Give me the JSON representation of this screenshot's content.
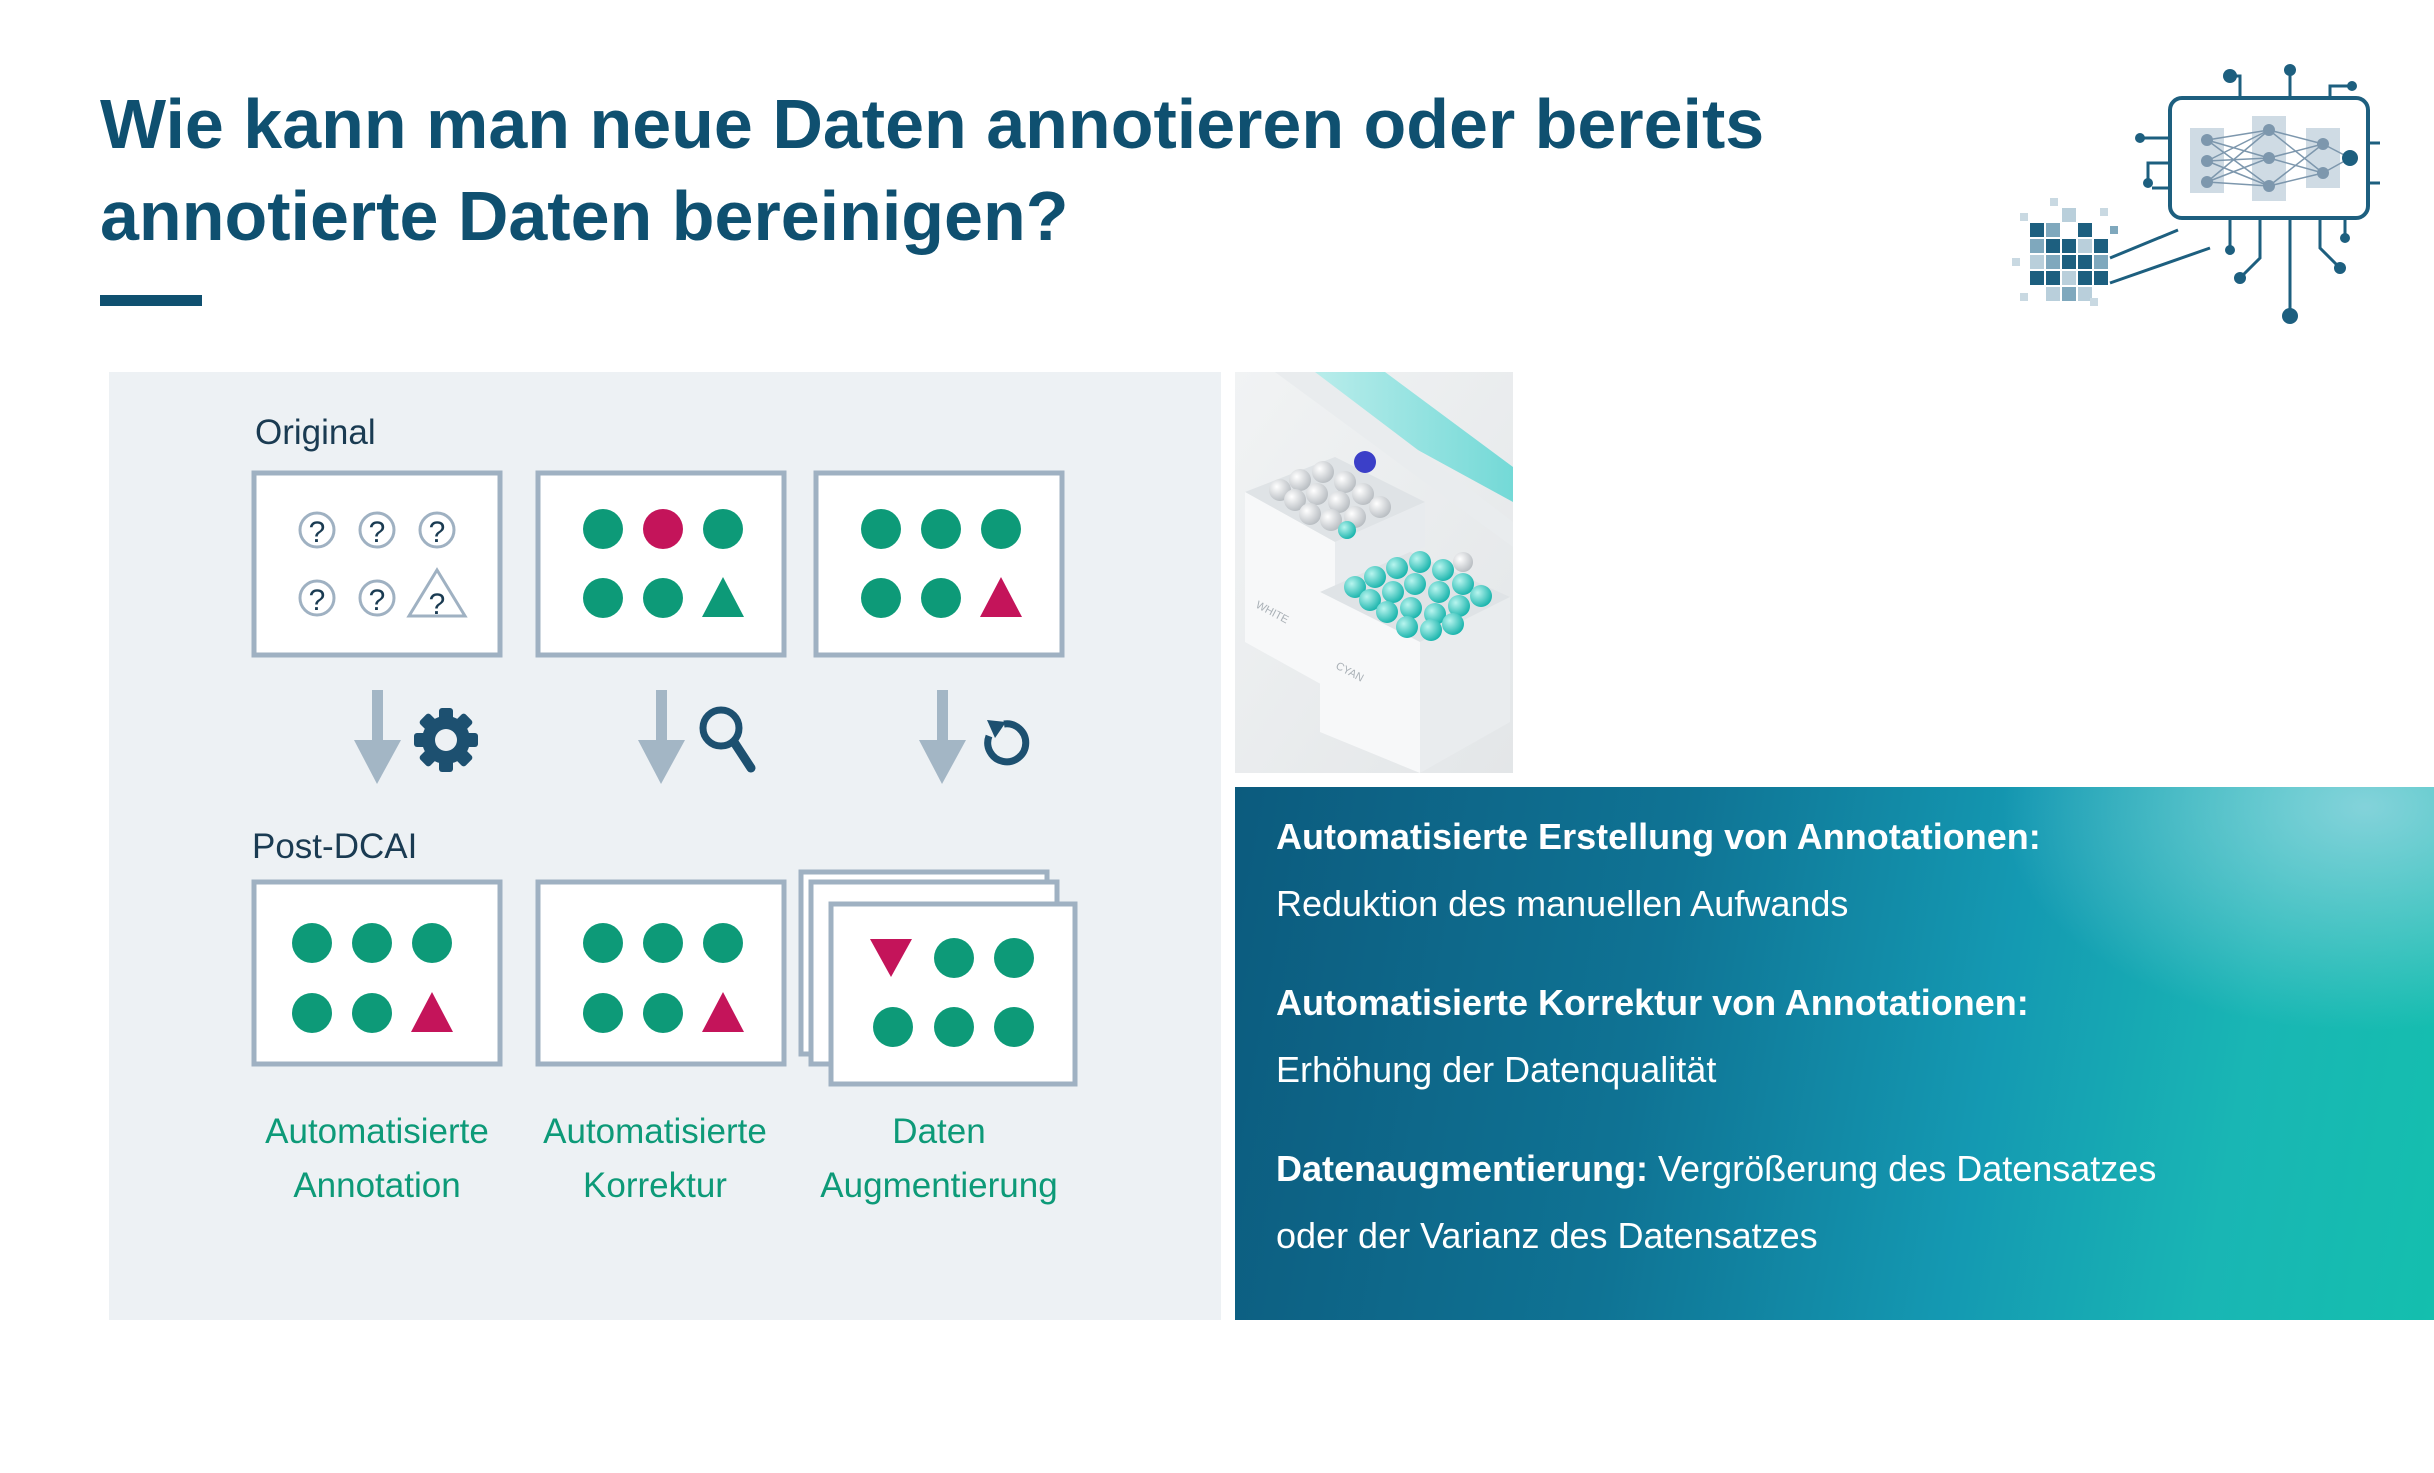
{
  "slide": {
    "title_line1": "Wie kann man neue Daten annotieren oder bereits",
    "title_line2": "annotierte Daten bereinigen?"
  },
  "colors": {
    "title": "#0f5070",
    "green": "#0d9a78",
    "magenta": "#c4145a",
    "gray_box": "#9fb1c2",
    "panel_bg": "#edf1f4"
  },
  "diagram": {
    "label_original": "Original",
    "label_post": "Post-DCAI",
    "question_mark": "?",
    "icons": [
      "gear-icon",
      "magnifier-icon",
      "refresh-icon"
    ],
    "captions": [
      {
        "line1": "Automatisierte",
        "line2": "Annotation"
      },
      {
        "line1": "Automatisierte",
        "line2": "Korrektur"
      },
      {
        "line1": "Daten",
        "line2": "Augmentierung"
      }
    ]
  },
  "photo": {
    "bin_left_label": "WHITE",
    "bin_right_label": "CYAN"
  },
  "info": {
    "item1_head": "Automatisierte Erstellung von Annotationen:",
    "item1_text": "Reduktion des manuellen Aufwands",
    "item2_head": "Automatisierte Korrektur von Annotationen:",
    "item2_text": "Erhöhung der Datenqualität",
    "item3_head": "Datenaugmentierung:",
    "item3_text": " Vergrößerung des Datensatzes",
    "item3_text2": "oder der Varianz des Datensatzes"
  }
}
